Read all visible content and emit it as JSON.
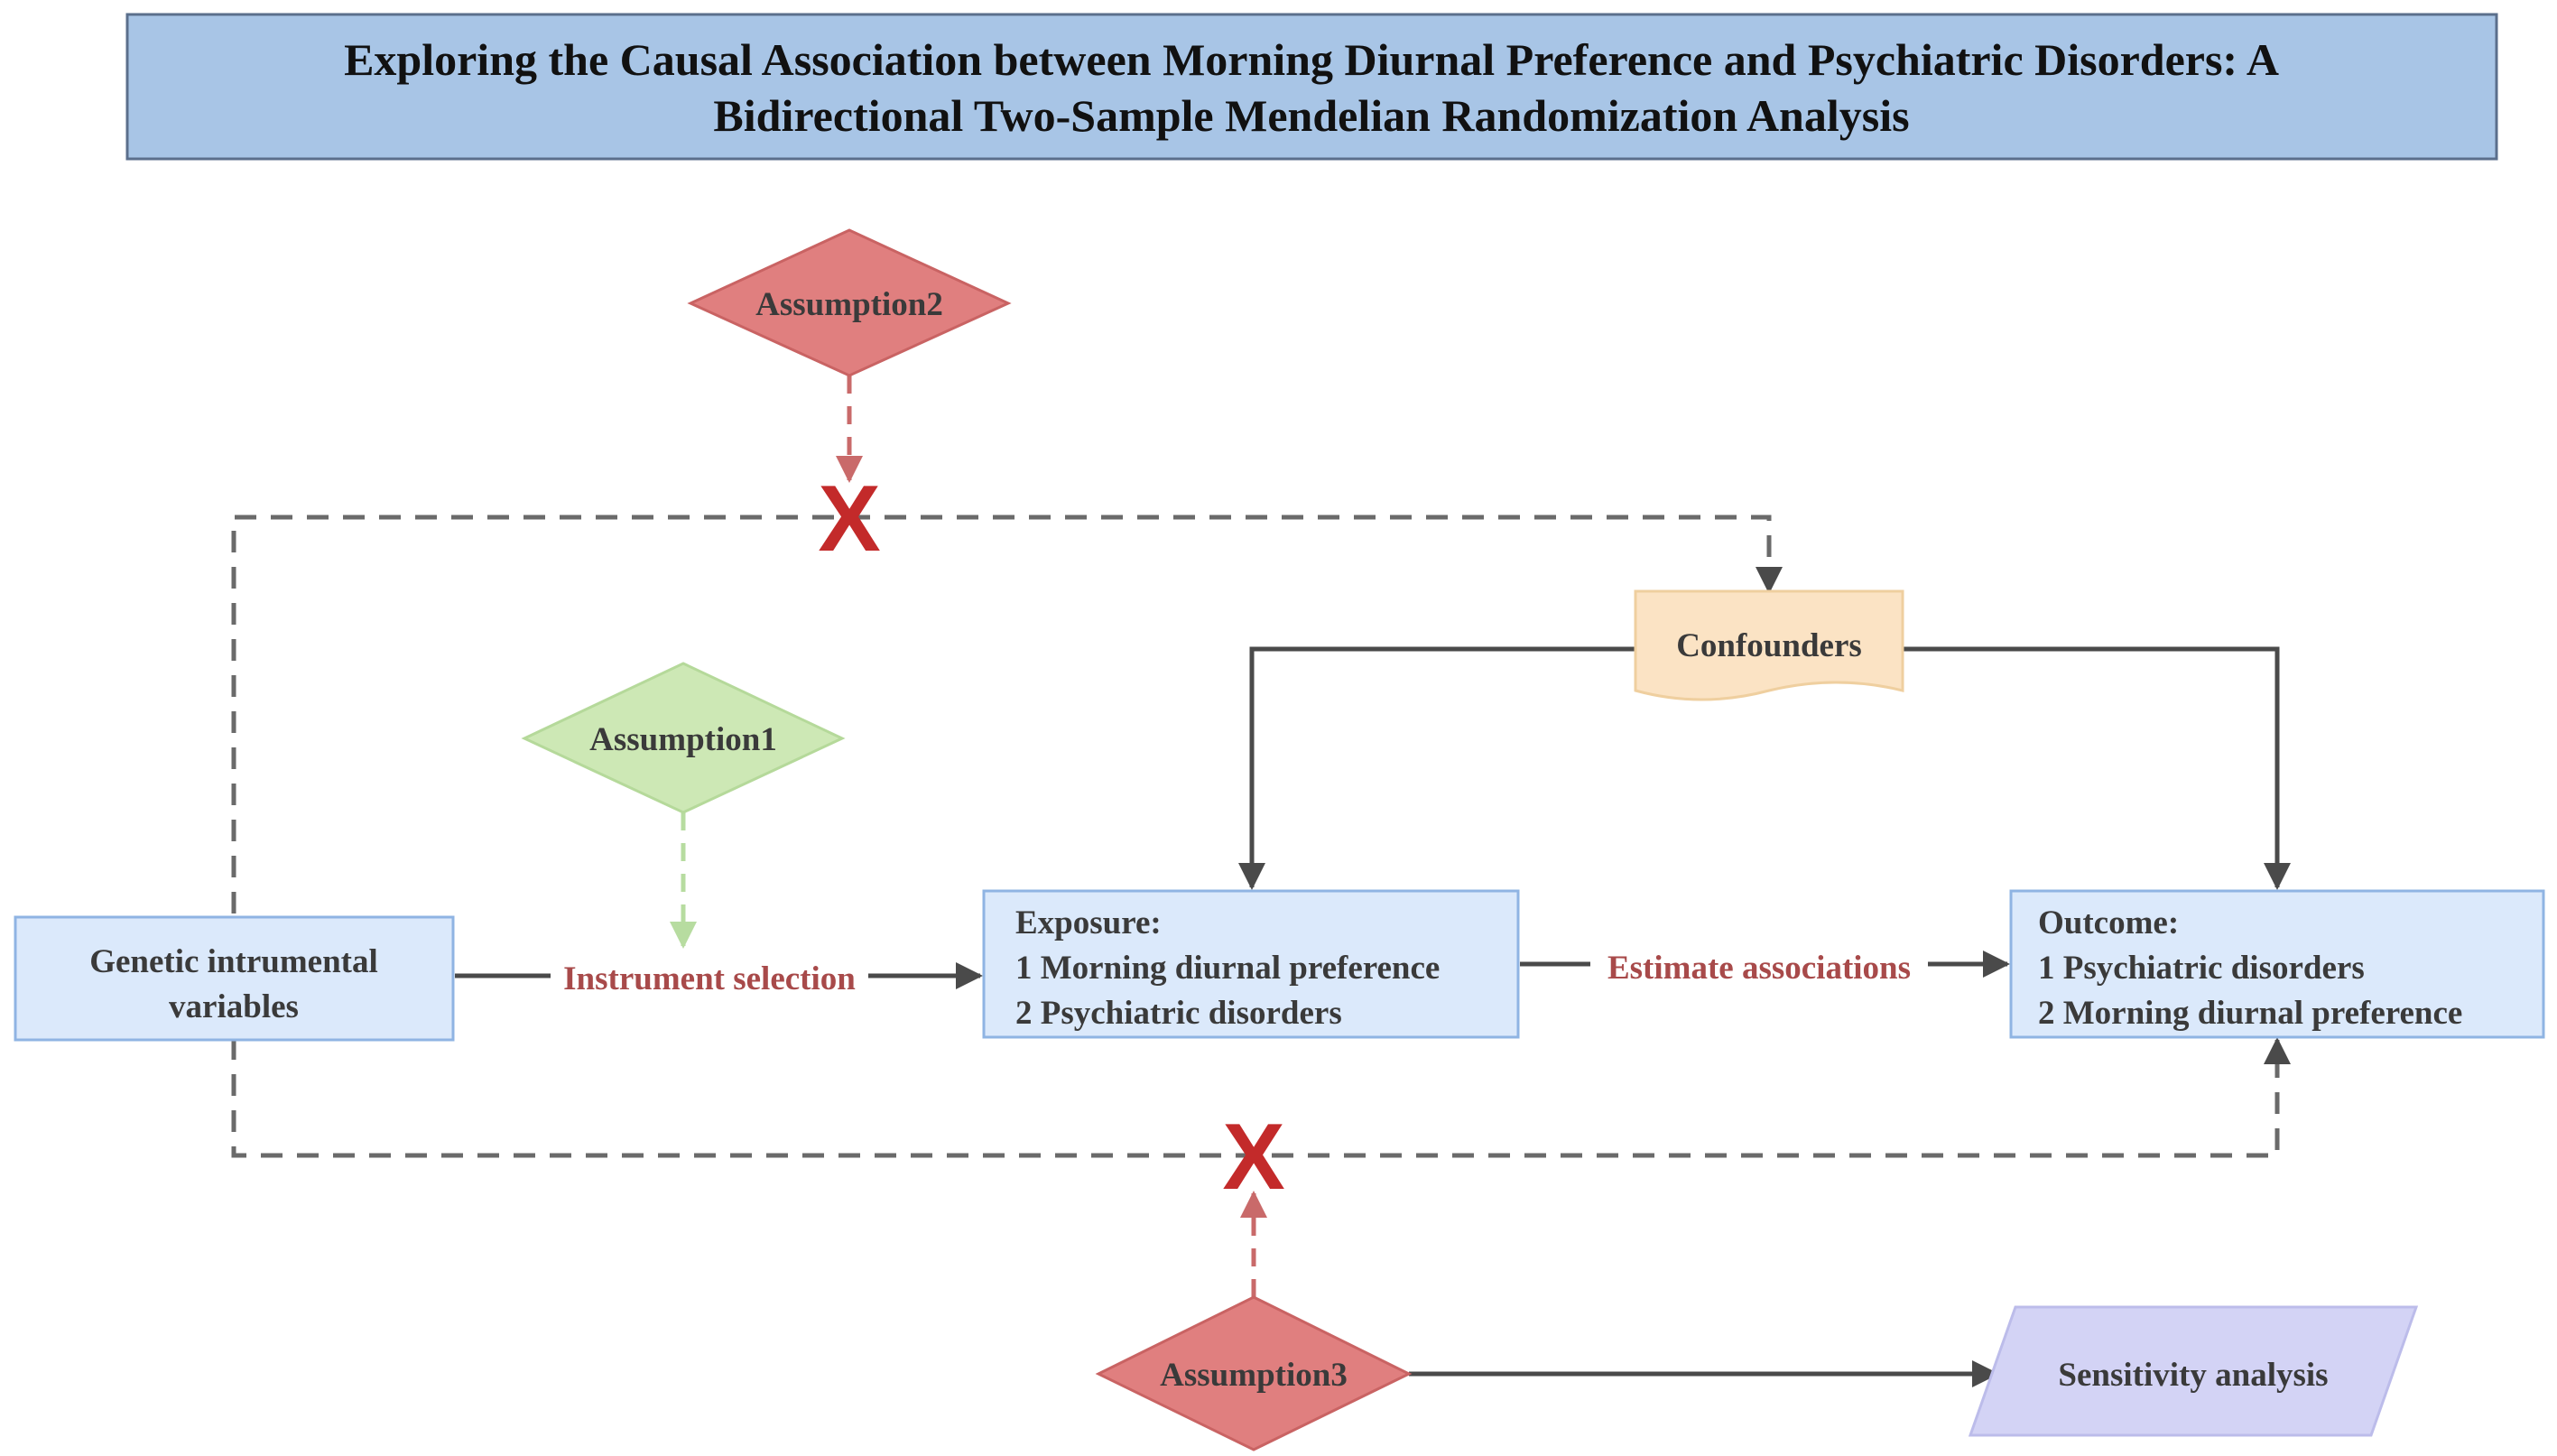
{
  "title": {
    "line1": "Exploring the Causal Association between Morning Diurnal Preference and Psychiatric Disorders: A",
    "line2": "Bidirectional Two-Sample Mendelian Randomization Analysis"
  },
  "nodes": {
    "assumption1": "Assumption1",
    "assumption2": "Assumption2",
    "assumption3": "Assumption3",
    "confounders": "Confounders",
    "genetic": {
      "line1": "Genetic intrumental",
      "line2": "variables"
    },
    "exposure": {
      "heading": "Exposure:",
      "line1": "1 Morning diurnal preference",
      "line2": "2 Psychiatric disorders"
    },
    "outcome": {
      "heading": "Outcome:",
      "line1": "1 Psychiatric disorders",
      "line2": "2 Morning diurnal preference"
    },
    "sensitivity": "Sensitivity analysis"
  },
  "edge_labels": {
    "instrument_selection": "Instrument selection",
    "estimate_associations": "Estimate associations"
  },
  "marks": {
    "violation_top": "X",
    "violation_bottom": "X"
  },
  "colors": {
    "title_fill": "#a8c5e6",
    "blue_box_fill": "#dbe9fb",
    "blue_box_border": "#8fb4e3",
    "assumption_red": "#e07f7f",
    "assumption_green": "#cde8b5",
    "confounders_fill": "#fbe3c4",
    "sensitivity_fill": "#d3d3f5",
    "x_mark": "#c32a2a",
    "label_red": "#a84a4a"
  }
}
